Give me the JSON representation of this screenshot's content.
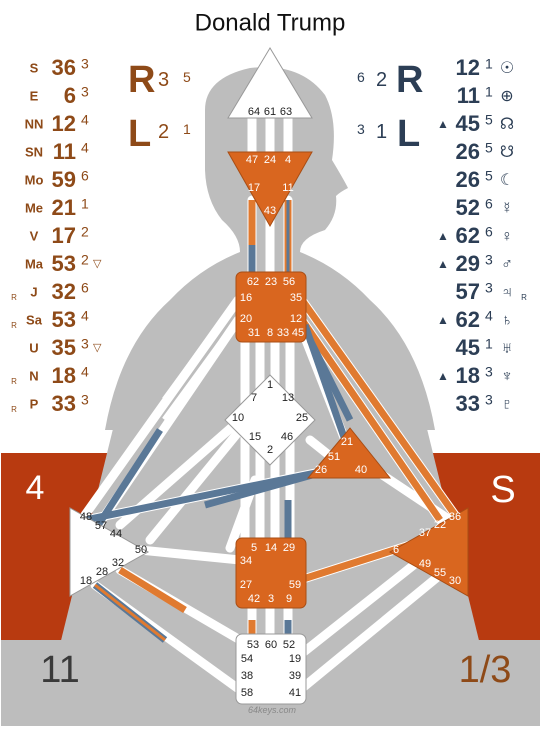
{
  "title": "Donald Trump",
  "footer": "64keys.com",
  "colors": {
    "design": "#8e4a18",
    "personality": "#2c3e55",
    "defined_center": "#d9661f",
    "channel_blue": "#5a7897",
    "channel_orange": "#e07a30",
    "band_red": "#b83a10",
    "silhouette": "#bdbdbd",
    "body_bg": "#d2d2d2"
  },
  "variables": {
    "left": {
      "r_label": "R",
      "r_nums": [
        "3",
        "5"
      ],
      "l_label": "L",
      "l_nums": [
        "2",
        "1"
      ]
    },
    "right": {
      "r_label": "R",
      "r_nums": [
        "6",
        "2"
      ],
      "l_label": "L",
      "l_nums": [
        "3",
        "1"
      ]
    }
  },
  "corners": {
    "left_band": "4",
    "right_band": "S",
    "bottom_left": "11",
    "bottom_right": "1/3"
  },
  "design_planets": [
    {
      "sym": "S",
      "gate": "36",
      "line": "3",
      "tag": "",
      "retro": ""
    },
    {
      "sym": "E",
      "gate": "6",
      "line": "3",
      "tag": "",
      "retro": ""
    },
    {
      "sym": "NN",
      "gate": "12",
      "line": "4",
      "tag": "",
      "retro": ""
    },
    {
      "sym": "SN",
      "gate": "11",
      "line": "4",
      "tag": "",
      "retro": ""
    },
    {
      "sym": "Mo",
      "gate": "59",
      "line": "6",
      "tag": "",
      "retro": ""
    },
    {
      "sym": "Me",
      "gate": "21",
      "line": "1",
      "tag": "",
      "retro": ""
    },
    {
      "sym": "V",
      "gate": "17",
      "line": "2",
      "tag": "",
      "retro": ""
    },
    {
      "sym": "Ma",
      "gate": "53",
      "line": "2",
      "tag": "▽",
      "retro": ""
    },
    {
      "sym": "J",
      "gate": "32",
      "line": "6",
      "tag": "",
      "retro": "R"
    },
    {
      "sym": "Sa",
      "gate": "53",
      "line": "4",
      "tag": "",
      "retro": "R"
    },
    {
      "sym": "U",
      "gate": "35",
      "line": "3",
      "tag": "▽",
      "retro": ""
    },
    {
      "sym": "N",
      "gate": "18",
      "line": "4",
      "tag": "",
      "retro": "R"
    },
    {
      "sym": "P",
      "gate": "33",
      "line": "3",
      "tag": "",
      "retro": "R"
    }
  ],
  "personality_planets": [
    {
      "tag": "",
      "gate": "12",
      "line": "1",
      "sym": "☉",
      "retro": ""
    },
    {
      "tag": "",
      "gate": "11",
      "line": "1",
      "sym": "⊕",
      "retro": ""
    },
    {
      "tag": "▲",
      "gate": "45",
      "line": "5",
      "sym": "☊",
      "retro": ""
    },
    {
      "tag": "",
      "gate": "26",
      "line": "5",
      "sym": "☋",
      "retro": ""
    },
    {
      "tag": "",
      "gate": "26",
      "line": "5",
      "sym": "☾",
      "retro": ""
    },
    {
      "tag": "",
      "gate": "52",
      "line": "6",
      "sym": "☿",
      "retro": ""
    },
    {
      "tag": "▲",
      "gate": "62",
      "line": "6",
      "sym": "♀",
      "retro": ""
    },
    {
      "tag": "▲",
      "gate": "29",
      "line": "3",
      "sym": "♂",
      "retro": ""
    },
    {
      "tag": "",
      "gate": "57",
      "line": "3",
      "sym": "♃",
      "retro": "R"
    },
    {
      "tag": "▲",
      "gate": "62",
      "line": "4",
      "sym": "♄",
      "retro": ""
    },
    {
      "tag": "",
      "gate": "45",
      "line": "1",
      "sym": "♅",
      "retro": ""
    },
    {
      "tag": "▲",
      "gate": "18",
      "line": "3",
      "sym": "♆",
      "retro": ""
    },
    {
      "tag": "",
      "gate": "33",
      "line": "3",
      "sym": "♇",
      "retro": ""
    }
  ],
  "centers": {
    "head": {
      "gates": [
        "64",
        "61",
        "63"
      ]
    },
    "ajna": {
      "gates": [
        "47",
        "24",
        "4",
        "17",
        "11",
        "43"
      ]
    },
    "throat": {
      "gates": [
        "62",
        "23",
        "56",
        "16",
        "35",
        "20",
        "12",
        "31",
        "8",
        "33",
        "45"
      ]
    },
    "g": {
      "gates": [
        "1",
        "7",
        "13",
        "10",
        "25",
        "15",
        "46",
        "2"
      ]
    },
    "ego": {
      "gates": [
        "21",
        "51",
        "26",
        "40"
      ]
    },
    "spleen": {
      "gates": [
        "48",
        "57",
        "44",
        "50",
        "32",
        "28",
        "18"
      ]
    },
    "solar": {
      "gates": [
        "36",
        "22",
        "37",
        "6",
        "49",
        "55",
        "30"
      ]
    },
    "sacral": {
      "gates": [
        "5",
        "14",
        "29",
        "34",
        "27",
        "59",
        "42",
        "3",
        "9"
      ]
    },
    "root": {
      "gates": [
        "53",
        "60",
        "52",
        "54",
        "19",
        "38",
        "39",
        "58",
        "41"
      ]
    }
  }
}
